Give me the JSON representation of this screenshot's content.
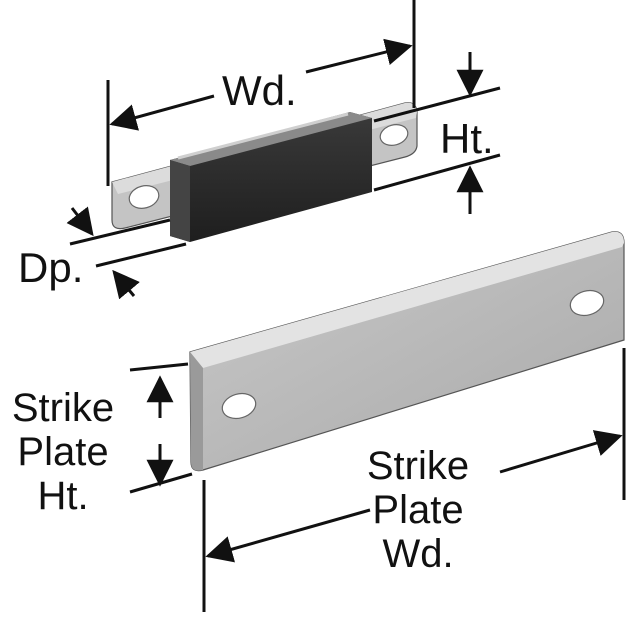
{
  "labels": {
    "width": "Wd.",
    "height": "Ht.",
    "depth": "Dp.",
    "strike_plate_height": [
      "Strike",
      "Plate",
      "Ht."
    ],
    "strike_plate_width": [
      "Strike",
      "Plate",
      "Wd."
    ]
  },
  "colors": {
    "magnet_body": "#2b2b2b",
    "metal_top": "#d6d6d6",
    "metal_face": "#b9b9b9",
    "line": "#111111"
  }
}
